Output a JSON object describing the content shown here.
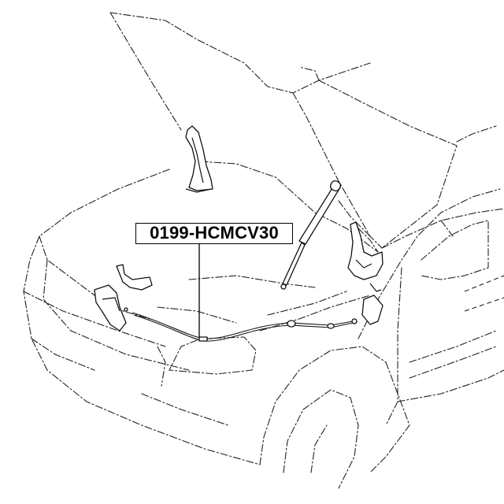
{
  "diagram": {
    "subject": "Hood lock release cable assembly (open hood, front left of vehicle)",
    "callouts": [
      {
        "label": "0199-HCMCV30",
        "points_to": "hood release cable"
      }
    ],
    "components": [
      "hood (open)",
      "hood hinge",
      "hood support strut",
      "hood lock",
      "hood release cable",
      "hood release lever",
      "headlamp",
      "front fender",
      "front wheel"
    ]
  }
}
